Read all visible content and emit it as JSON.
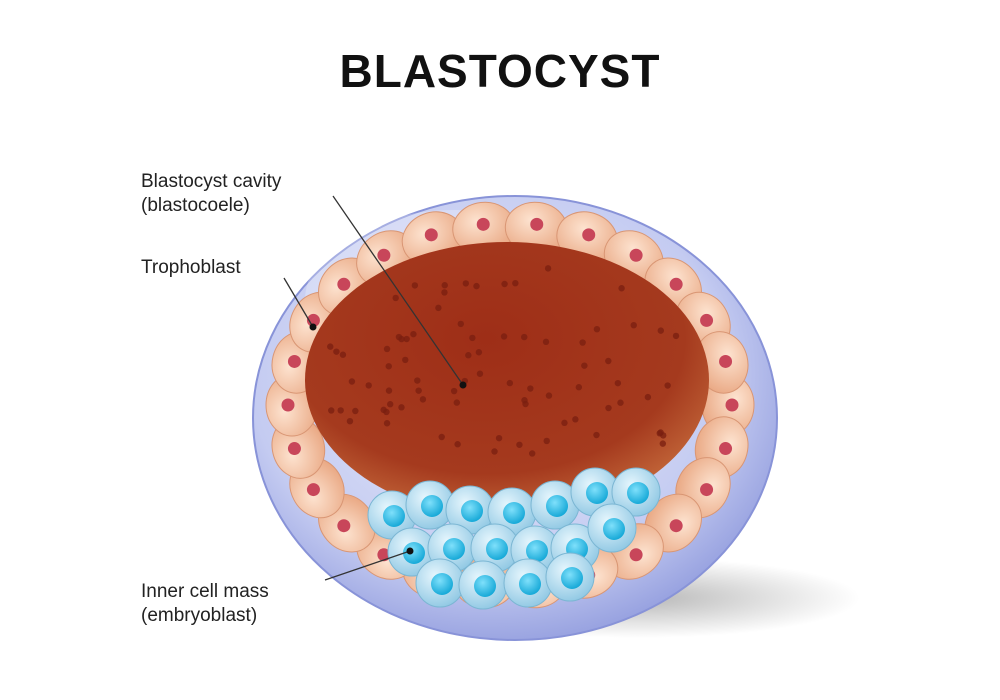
{
  "title": "BLASTOCYST",
  "labels": {
    "cavity": {
      "line1": "Blastocyst cavity",
      "line2": "(blastocoele)"
    },
    "trophoblast": {
      "line1": "Trophoblast"
    },
    "inner_mass": {
      "line1": "Inner cell mass",
      "line2": "(embryoblast)"
    }
  },
  "colors": {
    "zona": "#b7c0ee",
    "zona_edge": "#7f8bd6",
    "cavity": "#a8381d",
    "cavity_dark": "#7a1f10",
    "troph_cell": "#f3c2a4",
    "troph_nucleus": "#c8465a",
    "icm_cell": "#b3dcee",
    "icm_nucleus": "#1fb6e0",
    "leader": "#333333"
  }
}
